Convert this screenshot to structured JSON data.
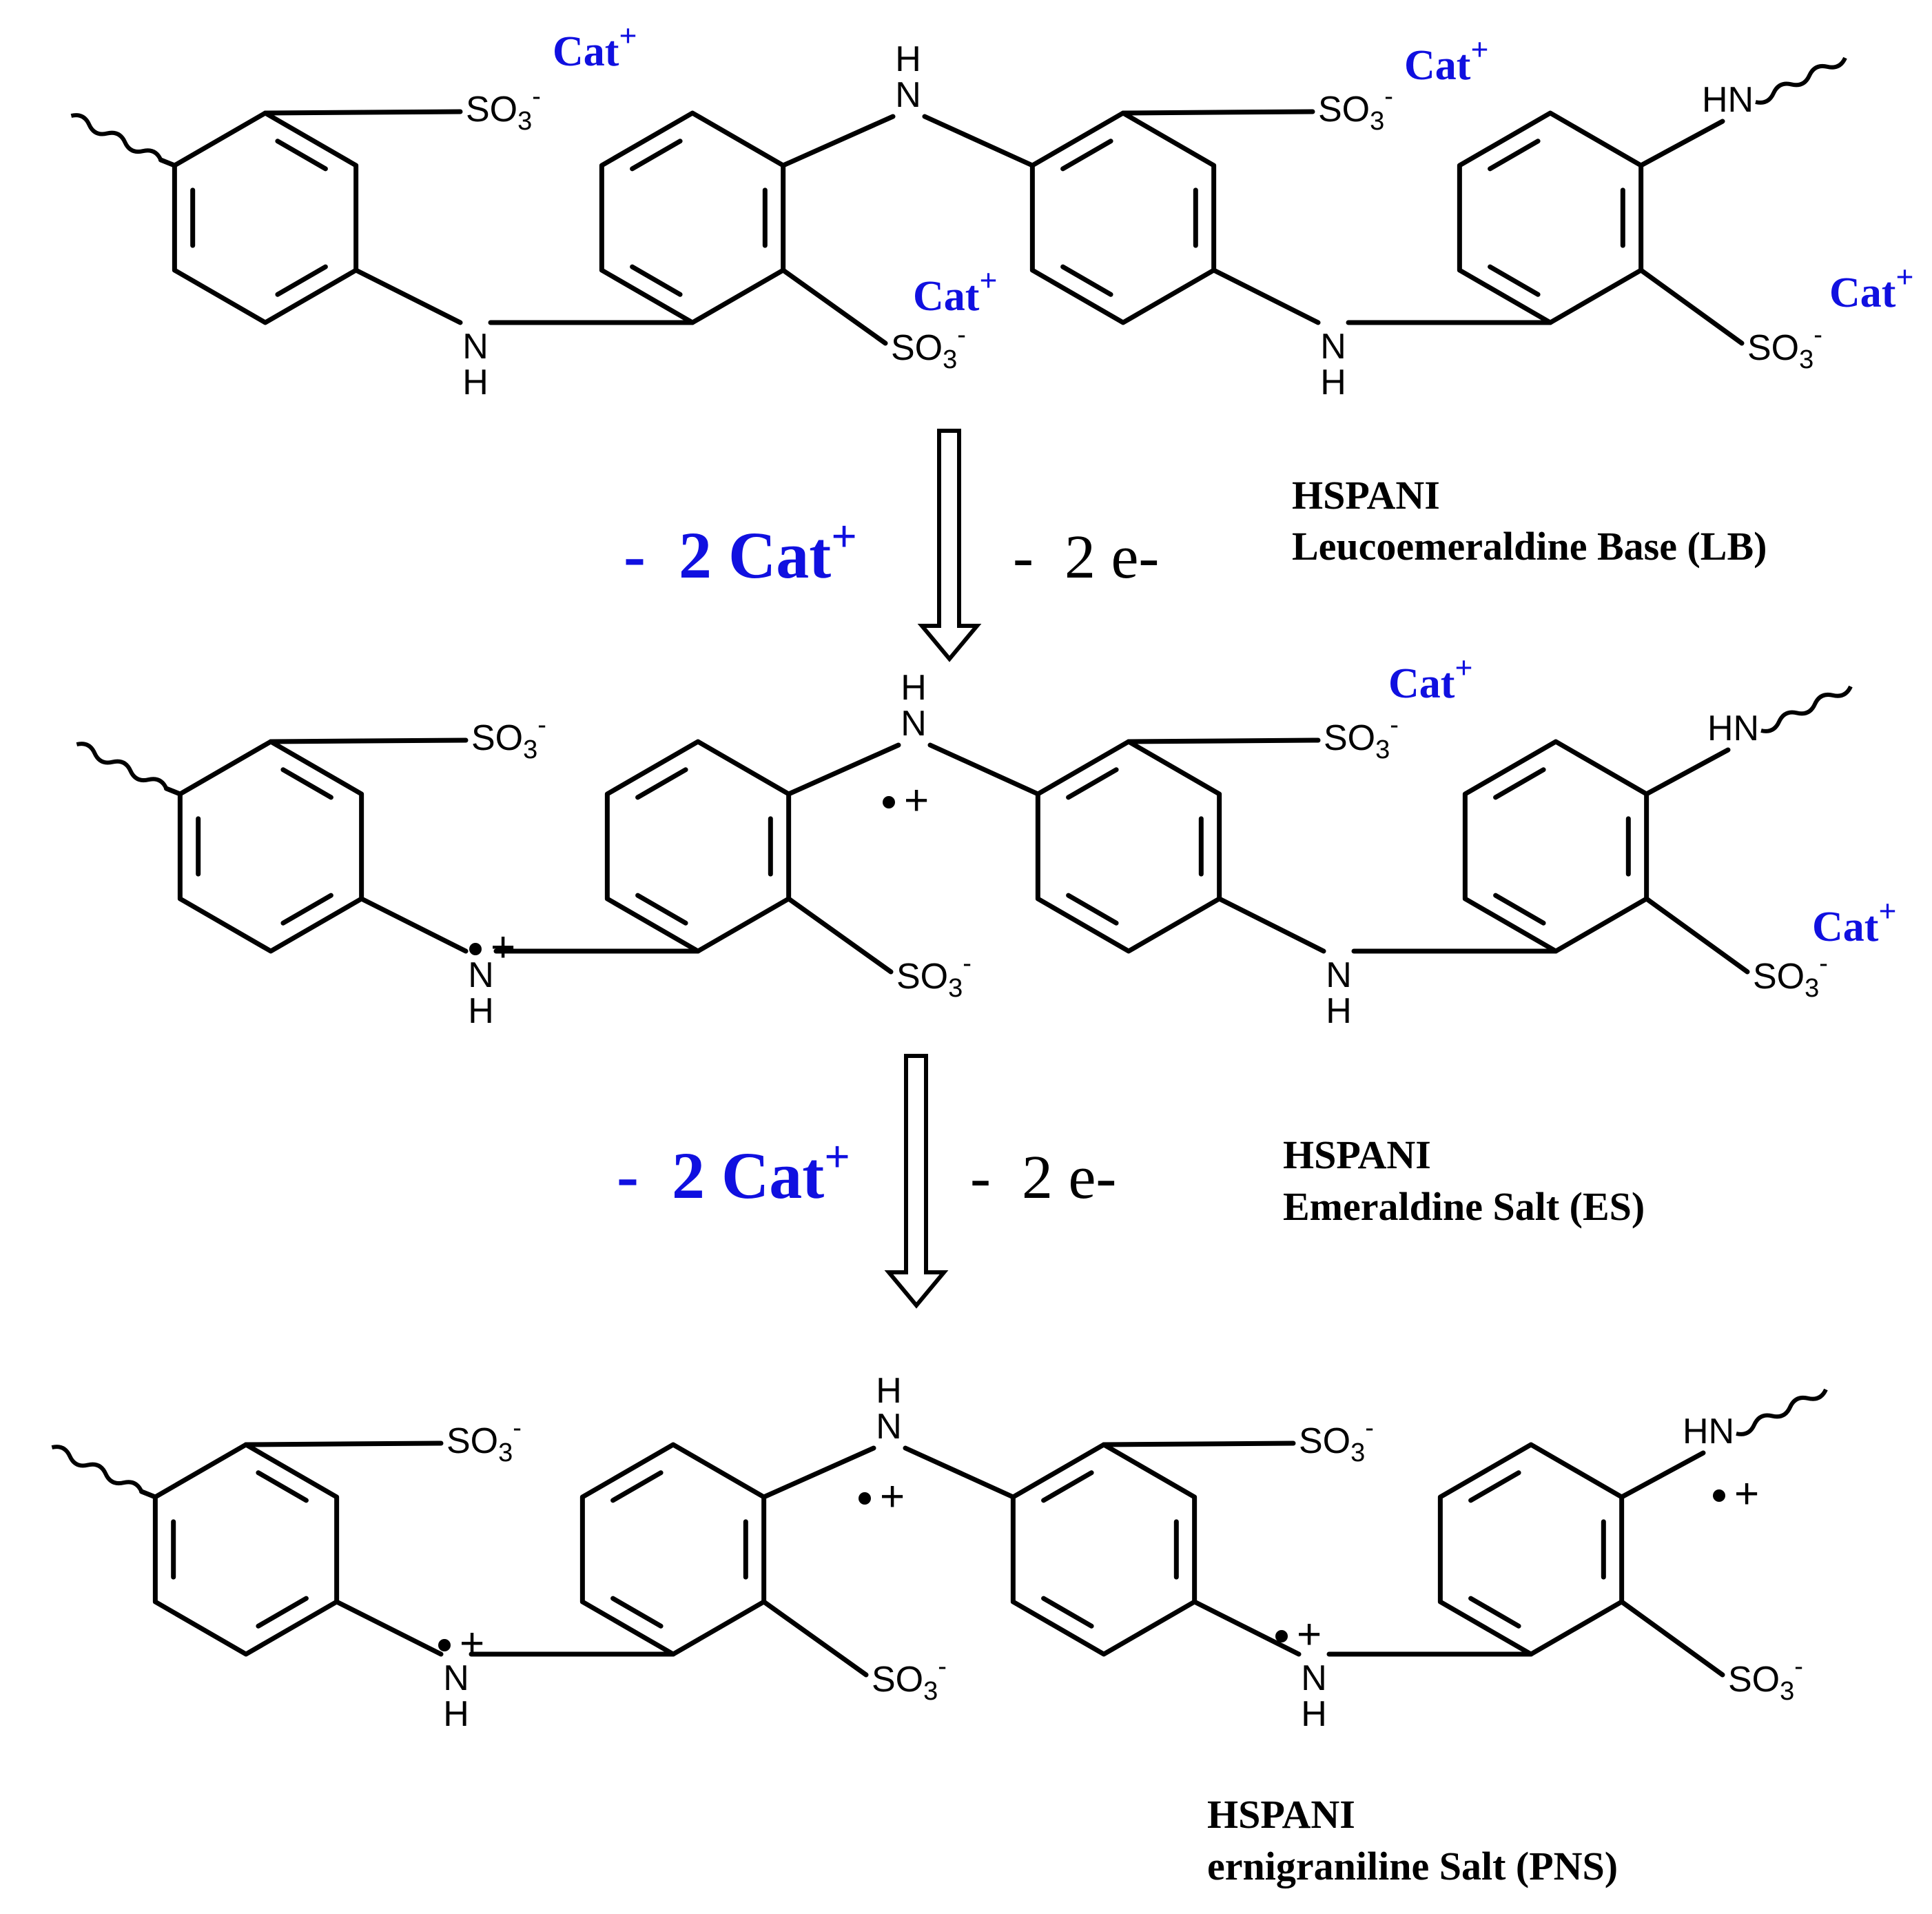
{
  "colors": {
    "cation": "#1010e0",
    "ink": "#000000",
    "background": "#ffffff"
  },
  "groups": {
    "nh_top_h": "H",
    "nh_top_n": "N",
    "nh_bottom_n": "N",
    "nh_bottom_h": "H",
    "nh_side": "HN",
    "sulfonate": {
      "base": "SO",
      "sub": "3",
      "sup": "-"
    },
    "radical_plus": "+"
  },
  "cation": {
    "base": "Cat",
    "sup": "+"
  },
  "steps": [
    {
      "prefix": "-  2 ",
      "cation": "Cat",
      "sup": "+",
      "electrons": "-  2 e-"
    },
    {
      "prefix": "-  2 ",
      "cation": "Cat",
      "sup": "+",
      "electrons": "-  2 e-"
    }
  ],
  "labels": [
    {
      "line1": "HSPANI",
      "line2": "Leucoemeraldine Base (LB)"
    },
    {
      "line1": "HSPANI",
      "line2": "Emeraldine Salt (ES)"
    },
    {
      "line1": "HSPANI",
      "line2": "ernigraniline Salt (PNS)"
    }
  ]
}
